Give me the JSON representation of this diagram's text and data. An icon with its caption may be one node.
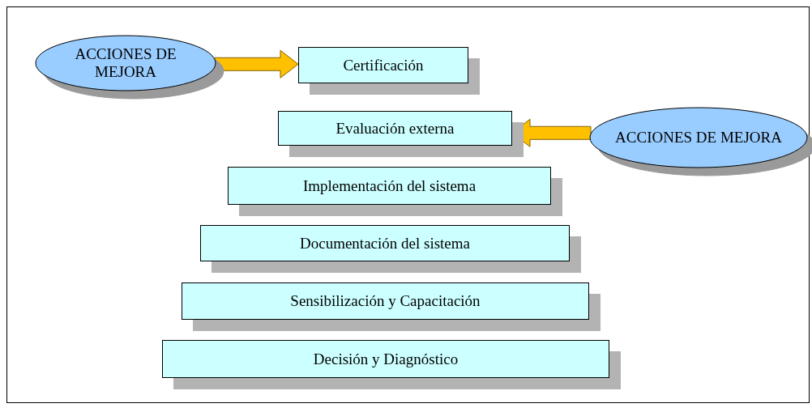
{
  "diagram": {
    "nodes": [
      {
        "text": [
          "ACCIONES DE MEJORA"
        ]
      },
      {
        "text": [
          "Certificación"
        ]
      },
      {
        "text": [
          "Evaluación externa"
        ]
      },
      {
        "text": [
          "ACCIONES DE MEJORA"
        ]
      },
      {
        "text": [
          "Implementación del sistema"
        ]
      },
      {
        "text": [
          "Documentación del sistema"
        ]
      },
      {
        "text": [
          "Sensibilización y Capacitación"
        ]
      },
      {
        "text": [
          "Decisión y Diagnóstico"
        ]
      }
    ],
    "edges": [
      {
        "from": 0,
        "to": 1,
        "arrow": "to"
      },
      {
        "from": 3,
        "to": 2,
        "arrow": "to"
      }
    ]
  }
}
